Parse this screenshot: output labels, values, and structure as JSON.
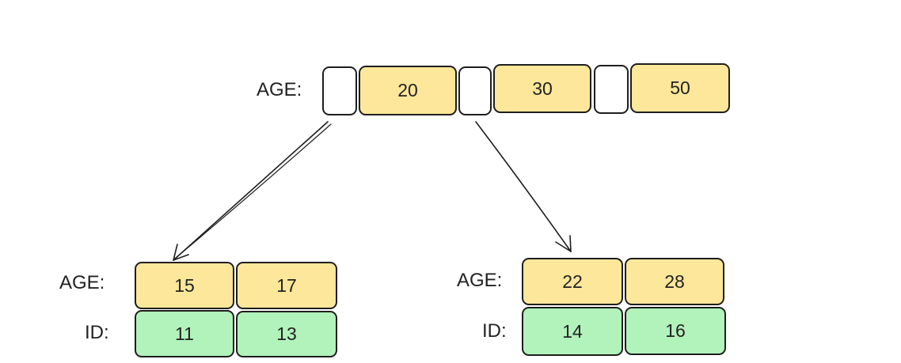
{
  "colors": {
    "key_fill": "#fce79a",
    "id_fill": "#b2f2bb",
    "pointer_fill": "#ffffff",
    "stroke": "#1e1e1e"
  },
  "root": {
    "label": "AGE:",
    "keys": [
      "20",
      "30",
      "50"
    ]
  },
  "left_leaf": {
    "age_label": "AGE:",
    "id_label": "ID:",
    "ages": [
      "15",
      "17"
    ],
    "ids": [
      "11",
      "13"
    ]
  },
  "right_leaf": {
    "age_label": "AGE:",
    "id_label": "ID:",
    "ages": [
      "22",
      "28"
    ],
    "ids": [
      "14",
      "16"
    ]
  }
}
